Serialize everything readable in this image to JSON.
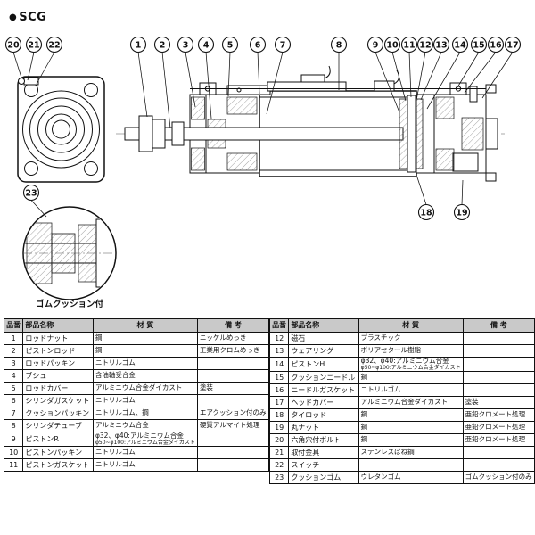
{
  "page": {
    "bullet": "●",
    "title": "SCG"
  },
  "diagram": {
    "detail_label": "ゴムクッション付",
    "callouts": [
      "20",
      "21",
      "22",
      "1",
      "2",
      "3",
      "4",
      "5",
      "6",
      "7",
      "8",
      "9",
      "10",
      "11",
      "12",
      "13",
      "14",
      "15",
      "16",
      "17",
      "23",
      "18",
      "19"
    ]
  },
  "tables": {
    "headers": [
      "品番",
      "部品名称",
      "材 質",
      "備 考"
    ],
    "left": {
      "rows": [
        {
          "no": "1",
          "name": "ロッドナット",
          "material": "鋼",
          "note": "ニッケルめっき"
        },
        {
          "no": "2",
          "name": "ピストンロッド",
          "material": "鋼",
          "note": "工業用クロムめっき"
        },
        {
          "no": "3",
          "name": "ロッドパッキン",
          "material": "ニトリルゴム",
          "note": ""
        },
        {
          "no": "4",
          "name": "ブシュ",
          "material": "含油軸受合金",
          "note": ""
        },
        {
          "no": "5",
          "name": "ロッドカバー",
          "material": "アルミニウム合金ダイカスト",
          "note": "塗装"
        },
        {
          "no": "6",
          "name": "シリンダガスケット",
          "material": "ニトリルゴム",
          "note": ""
        },
        {
          "no": "7",
          "name": "クッションパッキン",
          "material": "ニトリルゴム、鋼",
          "note": "エアクッション付のみ"
        },
        {
          "no": "8",
          "name": "シリンダチューブ",
          "material": "アルミニウム合金",
          "note": "硬質アルマイト処理"
        },
        {
          "no": "9",
          "name": "ピストンR",
          "material": "φ32、φ40:アルミニウム合金",
          "material2": "φ50~φ100:アルミニウム合金ダイカスト",
          "note": ""
        },
        {
          "no": "10",
          "name": "ピストンパッキン",
          "material": "ニトリルゴム",
          "note": ""
        },
        {
          "no": "11",
          "name": "ピストンガスケット",
          "material": "ニトリルゴム",
          "note": ""
        }
      ]
    },
    "right": {
      "rows": [
        {
          "no": "12",
          "name": "磁石",
          "material": "プラスチック",
          "note": ""
        },
        {
          "no": "13",
          "name": "ウェアリング",
          "material": "ポリアセタール樹脂",
          "note": ""
        },
        {
          "no": "14",
          "name": "ピストンH",
          "material": "φ32、φ40:アルミニウム合金",
          "material2": "φ50~φ100:アルミニウム合金ダイカスト",
          "note": ""
        },
        {
          "no": "15",
          "name": "クッションニードル",
          "material": "鋼",
          "note": ""
        },
        {
          "no": "16",
          "name": "ニードルガスケット",
          "material": "ニトリルゴム",
          "note": ""
        },
        {
          "no": "17",
          "name": "ヘッドカバー",
          "material": "アルミニウム合金ダイカスト",
          "note": "塗装"
        },
        {
          "no": "18",
          "name": "タイロッド",
          "material": "鋼",
          "note": "亜鉛クロメート処理"
        },
        {
          "no": "19",
          "name": "丸ナット",
          "material": "鋼",
          "note": "亜鉛クロメート処理"
        },
        {
          "no": "20",
          "name": "六角穴付ボルト",
          "material": "鋼",
          "note": "亜鉛クロメート処理"
        },
        {
          "no": "21",
          "name": "取付金具",
          "material": "ステンレスばね鋼",
          "note": ""
        },
        {
          "no": "22",
          "name": "スイッチ",
          "material": "",
          "note": ""
        },
        {
          "no": "23",
          "name": "クッションゴム",
          "material": "ウレタンゴム",
          "note": "ゴムクッション付のみ"
        }
      ]
    }
  }
}
